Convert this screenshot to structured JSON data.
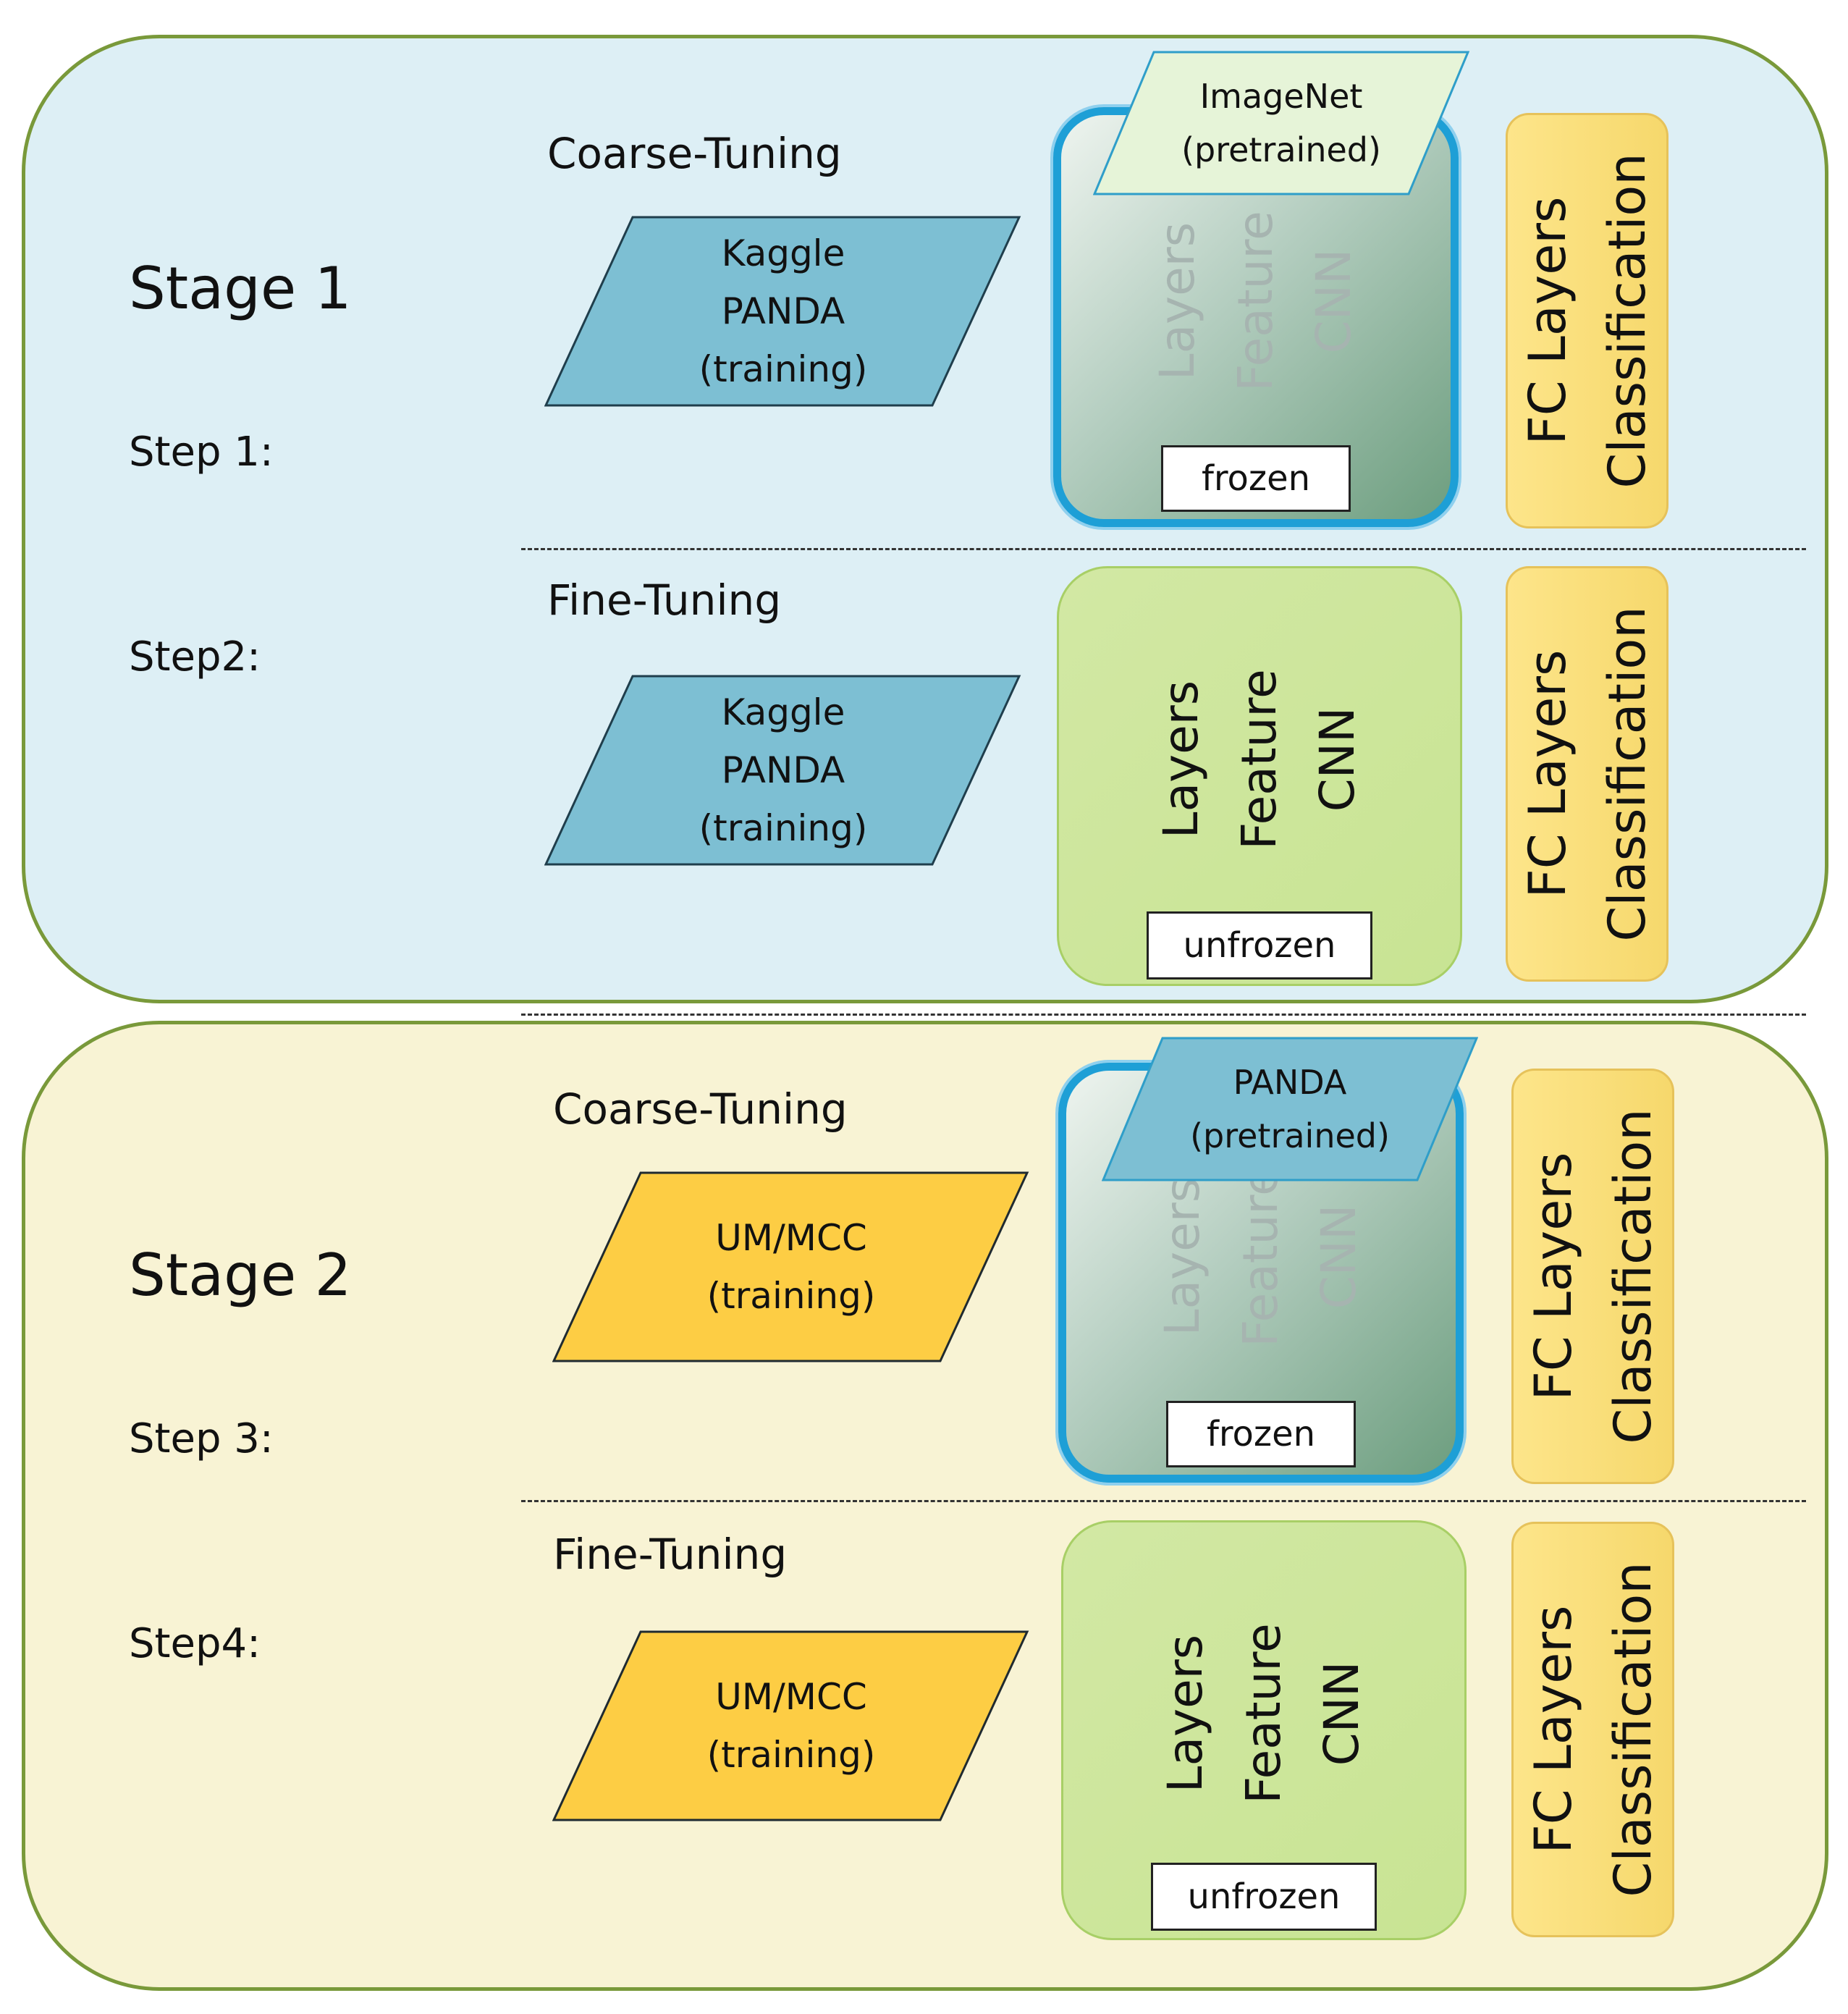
{
  "stage1": {
    "title": "Stage 1",
    "step1": {
      "label": "Step 1:",
      "tuning": "Coarse-Tuning",
      "dataset": [
        "Kaggle",
        "PANDA",
        "(training)"
      ],
      "pretrained_tag": [
        "ImageNet",
        "(pretrained)"
      ],
      "cnn_lines": [
        "CNN",
        "Feature",
        "Layers"
      ],
      "state": "frozen",
      "fc_lines": [
        "Classification",
        "FC Layers"
      ]
    },
    "step2": {
      "label": "Step2:",
      "tuning": "Fine-Tuning",
      "dataset": [
        "Kaggle",
        "PANDA",
        "(training)"
      ],
      "cnn_lines": [
        "CNN",
        "Feature",
        "Layers"
      ],
      "state": "unfrozen",
      "fc_lines": [
        "Classification",
        "FC Layers"
      ]
    }
  },
  "stage2": {
    "title": "Stage 2",
    "step3": {
      "label": "Step 3:",
      "tuning": "Coarse-Tuning",
      "dataset": [
        "UM/MCC",
        "(training)"
      ],
      "pretrained_tag": [
        "PANDA",
        "(pretrained)"
      ],
      "cnn_lines": [
        "CNN",
        "Feature",
        "Layers"
      ],
      "state": "frozen",
      "fc_lines": [
        "Classification",
        "FC Layers"
      ]
    },
    "step4": {
      "label": "Step4:",
      "tuning": "Fine-Tuning",
      "dataset": [
        "UM/MCC",
        "(training)"
      ],
      "cnn_lines": [
        "CNN",
        "Feature",
        "Layers"
      ],
      "state": "unfrozen",
      "fc_lines": [
        "Classification",
        "FC Layers"
      ]
    }
  },
  "colors": {
    "stage1_bg": "#ddeff5",
    "stage2_bg": "#f8f3d4",
    "stage_border": "#79993a",
    "kaggle_fill": "#7dbfd3",
    "ummcc_fill": "#fdcd44",
    "imagenet_fill": "#e6f4d8",
    "panda_tag_fill": "#7dbfd3",
    "frozen_border": "#1e9fd6",
    "unfrozen_fill": "#cde59b",
    "fc_fill": "#fbe07c"
  }
}
